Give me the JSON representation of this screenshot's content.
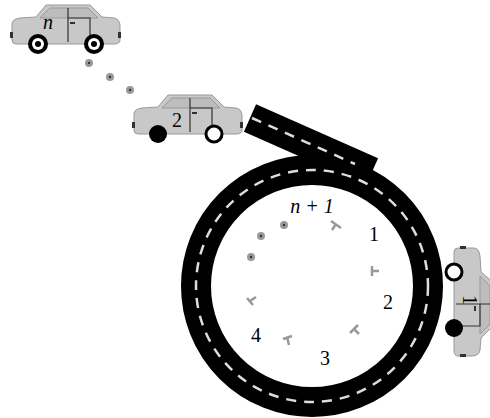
{
  "diagram": {
    "labels": [
      "n",
      "2",
      "1",
      "n + 1",
      "1",
      "2",
      "3",
      "4"
    ]
  }
}
